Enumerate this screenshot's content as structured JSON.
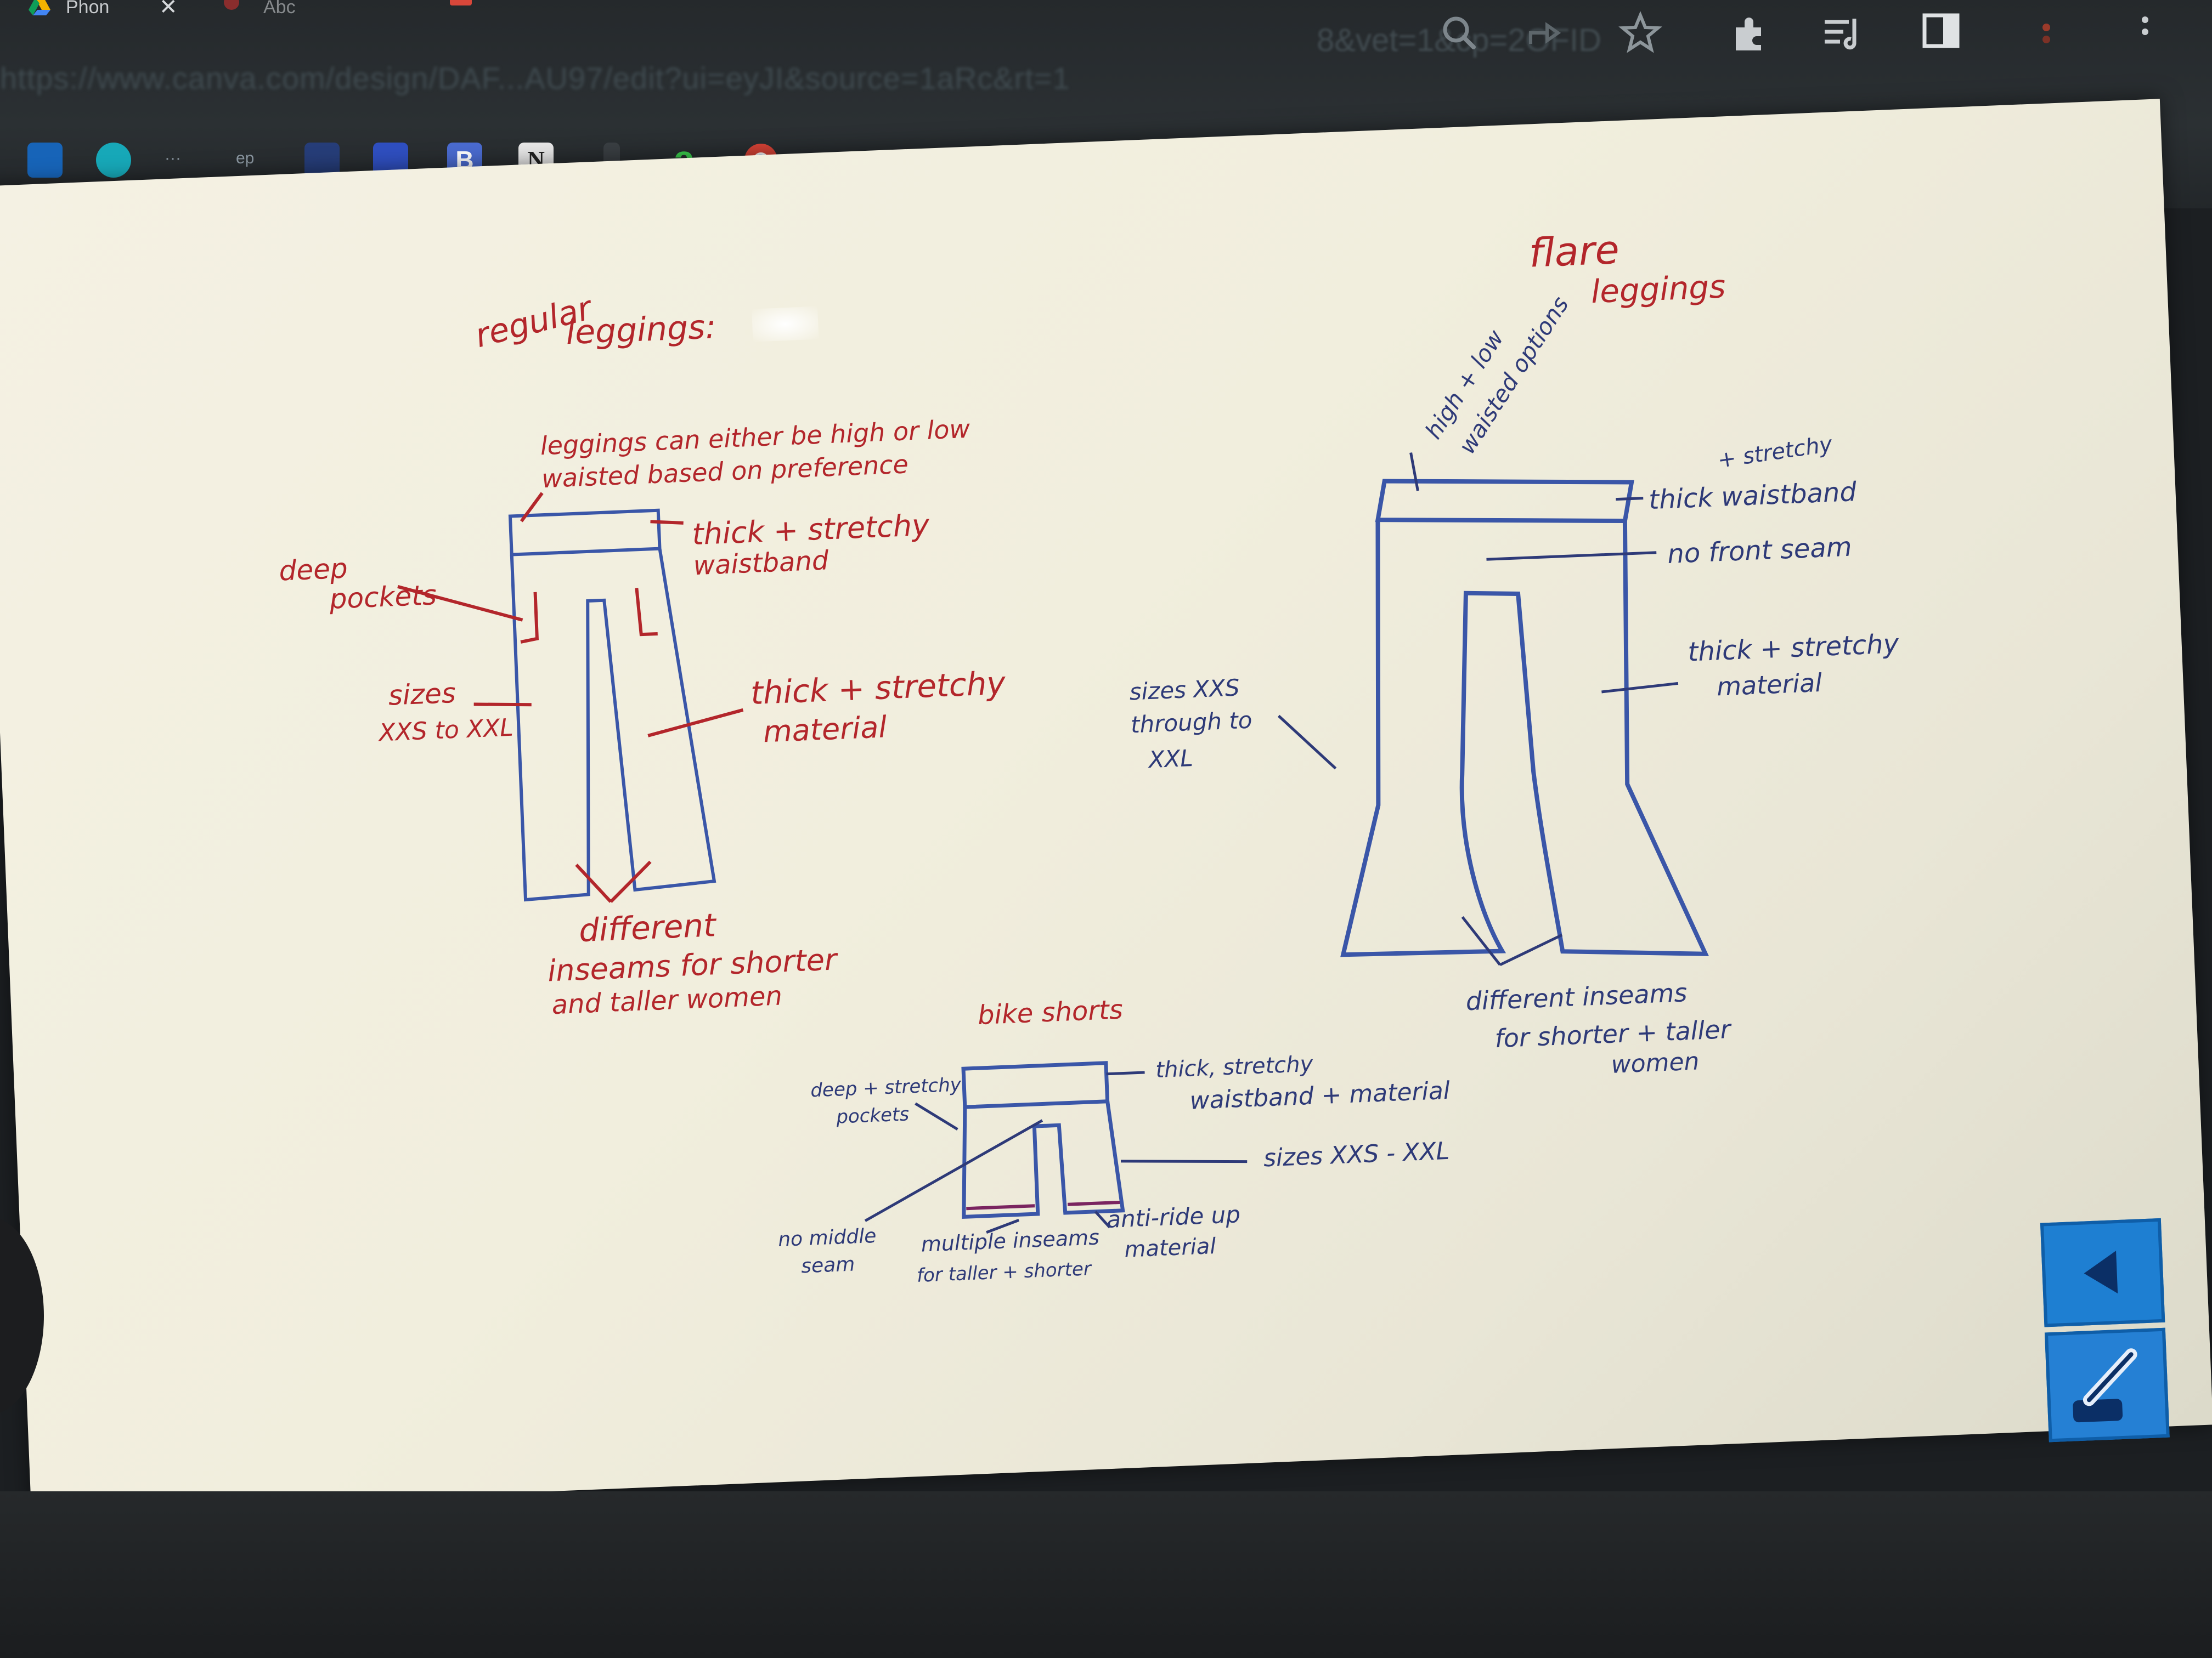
{
  "browser": {
    "tabs": [
      {
        "label": "Phon",
        "close": "✕"
      },
      {
        "label": "Abc"
      }
    ],
    "address_bar": {
      "url": "https://www.canva.com/design/DAF...AU97/edit?ui=eyJI&source=1aRc&rt=1",
      "url_tail": "8&vet=1&cp=2OFID"
    },
    "toolbar_icons": [
      "search-icon",
      "share-icon",
      "star-icon",
      "extensions-icon",
      "reading-list-icon",
      "sidebar-icon",
      "more-icon"
    ],
    "bookmarks": [
      {
        "icon": "outlook-icon",
        "label": ""
      },
      {
        "icon": "canva-icon",
        "label": ""
      },
      {
        "icon": "apps-icon",
        "label": "···"
      },
      {
        "icon": "ep-icon",
        "label": "ep"
      },
      {
        "icon": "teams-icon",
        "label": ""
      },
      {
        "icon": "calendar-icon",
        "label": ""
      },
      {
        "icon": "b-icon",
        "label": "B"
      },
      {
        "icon": "notion-icon",
        "label": "N"
      },
      {
        "icon": "arrow-icon",
        "label": ""
      },
      {
        "icon": "a-icon",
        "label": "a"
      },
      {
        "icon": "chrome-icon",
        "label": ""
      }
    ]
  },
  "whiteboard": {
    "regular": {
      "title_1": "regular",
      "title_2": "leggings:",
      "note_waist_1": "leggings can either be high or low",
      "note_waist_2": "waisted based on preference",
      "note_pockets_1": "deep",
      "note_pockets_2": "pockets",
      "note_waistband_1": "thick + stretchy",
      "note_waistband_2": "waistband",
      "note_sizes_1": "sizes",
      "note_sizes_2": "XXS to XXL",
      "note_material_1": "thick + stretchy",
      "note_material_2": "material",
      "note_inseam_1": "different",
      "note_inseam_2": "inseams for shorter",
      "note_inseam_3": "and taller women"
    },
    "flare": {
      "title_1": "flare",
      "title_2": "leggings",
      "note_waist_1": "high + low",
      "note_waist_2": "waisted options",
      "note_waistband_1": "+ stretchy",
      "note_waistband_2": "thick waistband",
      "note_seam": "no front seam",
      "note_sizes_1": "sizes XXS",
      "note_sizes_2": "through to",
      "note_sizes_3": "XXL",
      "note_material_1": "thick + stretchy",
      "note_material_2": "material",
      "note_inseam_1": "different inseams",
      "note_inseam_2": "for shorter + taller",
      "note_inseam_3": "women"
    },
    "bike": {
      "title": "bike shorts",
      "note_pockets_1": "deep + stretchy",
      "note_pockets_2": "pockets",
      "note_waistband_1": "thick, stretchy",
      "note_waistband_2": "waistband + material",
      "note_sizes": "sizes XXS - XXL",
      "note_seam_1": "no middle",
      "note_seam_2": "seam",
      "note_inseam_1": "multiple inseams",
      "note_inseam_2": "for taller + shorter",
      "note_ride_1": "anti-ride up",
      "note_ride_2": "material"
    }
  },
  "side_widget": {
    "back_icon": "triangle-left-icon",
    "pen_icon": "pen-icon"
  },
  "colors": {
    "ink_red": "#b3262b",
    "ink_blue": "#3a56a8",
    "ink_navy": "#2e3a78",
    "board": "#f2efdf",
    "chrome": "#2b3033",
    "widget_blue": "#1e7fd2"
  }
}
